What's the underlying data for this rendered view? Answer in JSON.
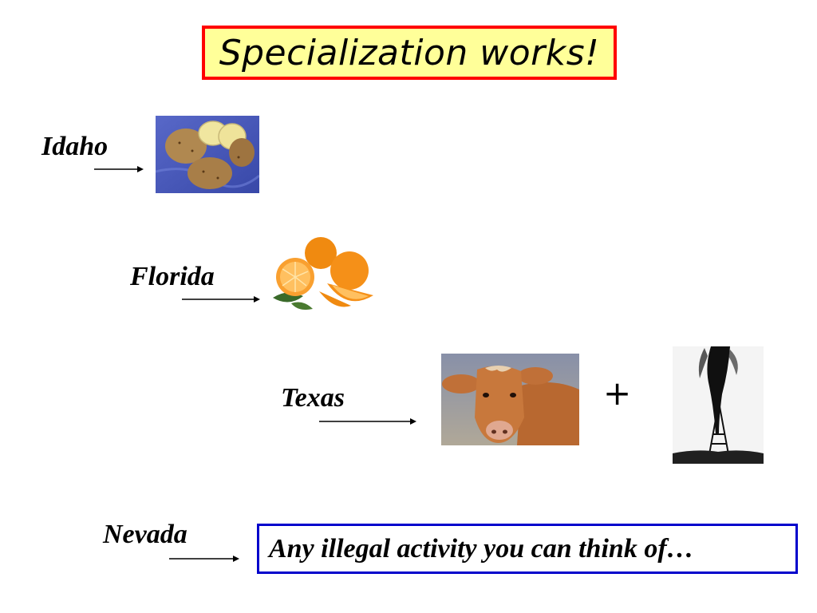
{
  "slide": {
    "title": "Specialization works!",
    "states": [
      {
        "name": "Idaho",
        "image": "potatoes-image"
      },
      {
        "name": "Florida",
        "image": "oranges-image"
      },
      {
        "name": "Texas",
        "image": "cow-image"
      },
      {
        "name": "Nevada",
        "image": "illegal-activity-text"
      }
    ],
    "plus_sign": "+",
    "nevada_answer": "Any illegal activity you can think of…"
  },
  "colors": {
    "title_fill": "#ffff99",
    "title_border": "#ff0000",
    "answer_border": "#0000cc"
  }
}
